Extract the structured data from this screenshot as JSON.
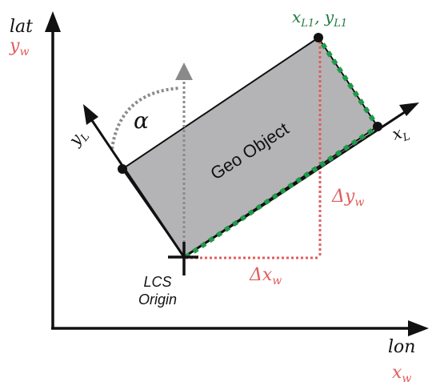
{
  "axes": {
    "vertical_label": "lat",
    "vertical_sub_label": "y",
    "vertical_sub_subscript": "w",
    "horizontal_label": "lon",
    "horizontal_sub_label": "x",
    "horizontal_sub_subscript": "w"
  },
  "local_axes": {
    "x_label": "x",
    "x_subscript": "L",
    "y_label": "y",
    "y_subscript": "L"
  },
  "corner": {
    "x_label": "x",
    "x_subscript": "L1",
    "separator": ", ",
    "y_label": "y",
    "y_subscript": "L1"
  },
  "rotation_symbol": "α",
  "object_label": "Geo Object",
  "delta_x": {
    "symbol": "Δx",
    "subscript": "w"
  },
  "delta_y": {
    "symbol": "Δy",
    "subscript": "w"
  },
  "origin_label": {
    "line1": "LCS",
    "line2": "Origin"
  },
  "colors": {
    "axis": "#111111",
    "object_fill": "#b4b4b6",
    "highlight_green": "#1f9a4a",
    "delta_red": "#e05d5d",
    "rotation_gray": "#8a8a8a",
    "corner_label": "#1f7a3e"
  }
}
